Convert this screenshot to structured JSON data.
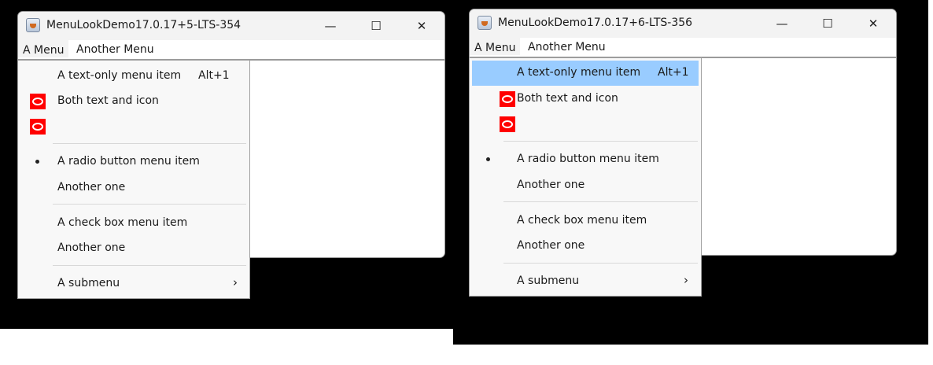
{
  "windows": [
    {
      "title": "MenuLookDemo17.0.17+5-LTS-354"
    },
    {
      "title": "MenuLookDemo17.0.17+6-LTS-356"
    }
  ],
  "controls": {
    "minimize": "—",
    "maximize": "☐",
    "close": "✕"
  },
  "menubar": {
    "a_menu": "A Menu",
    "another_menu": "Another Menu"
  },
  "menu": {
    "text_only": "A text-only menu item",
    "text_only_accel": "Alt+1",
    "text_and_icon": "Both text and icon",
    "radio": "A radio button menu item",
    "another_radio": "Another one",
    "checkbox": "A check box menu item",
    "another_check": "Another one",
    "submenu": "A submenu",
    "submenu_arrow": "›"
  },
  "highlight_color": "#99ccff",
  "icon_color": "#ff0000"
}
